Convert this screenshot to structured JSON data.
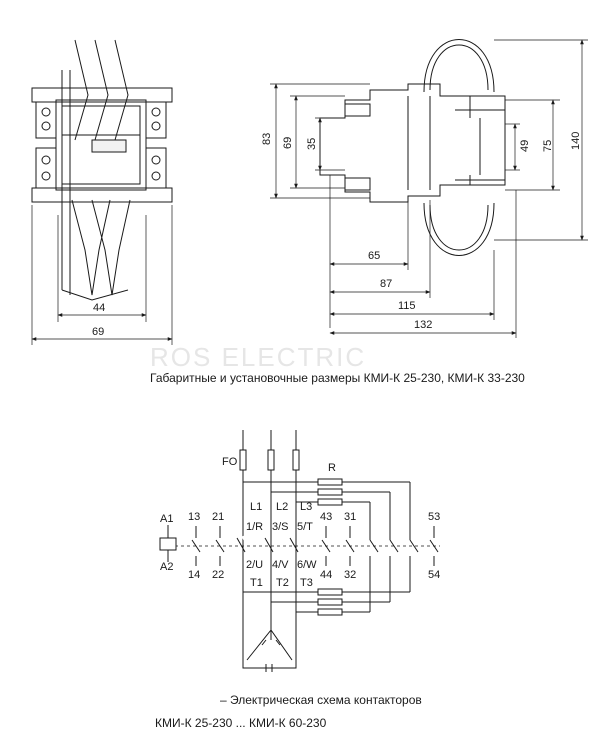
{
  "watermark": "ROS ELECTRIC",
  "top_caption": "Габаритные и установочные размеры КМИ-К 25-230, КМИ-К 33-230",
  "front_view": {
    "dim_inner": "44",
    "dim_outer": "69"
  },
  "side_view": {
    "dim_83": "83",
    "dim_69": "69",
    "dim_35": "35",
    "dim_49": "49",
    "dim_75": "75",
    "dim_140": "140",
    "dim_65": "65",
    "dim_87": "87",
    "dim_115": "115",
    "dim_132": "132"
  },
  "schematic": {
    "fuse_label": "FO",
    "resistor_label": "R",
    "coil_top": "A1",
    "coil_bottom": "A2",
    "aux_13": "13",
    "aux_14": "14",
    "aux_21": "21",
    "aux_22": "22",
    "L1": "L1",
    "L2": "L2",
    "L3": "L3",
    "p1R": "1/R",
    "p3S": "3/S",
    "p5T": "5/T",
    "p2U": "2/U",
    "p4V": "4/V",
    "p6W": "6/W",
    "T1": "T1",
    "T2": "T2",
    "T3": "T3",
    "aux_43": "43",
    "aux_44": "44",
    "aux_31": "31",
    "aux_32": "32",
    "aux_53": "53",
    "aux_54": "54"
  },
  "bottom_caption_1": "– Электрическая схема контакторов",
  "bottom_caption_2": "КМИ-К 25-230 ... КМИ-К 60-230"
}
